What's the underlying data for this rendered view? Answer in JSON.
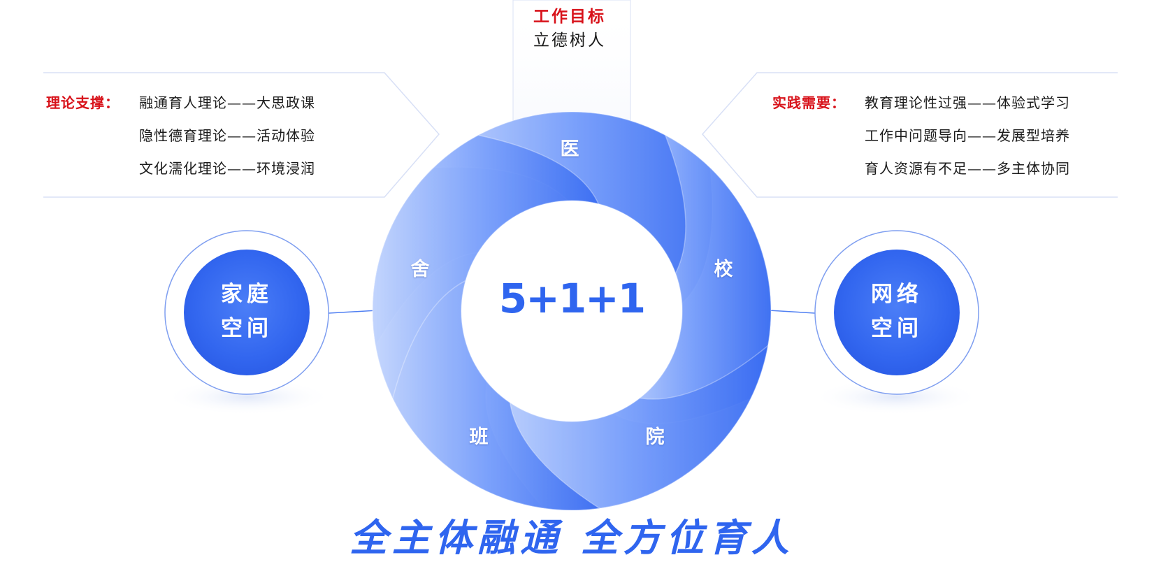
{
  "goal": {
    "label": "工作目标",
    "value": "立德树人"
  },
  "theory": {
    "title": "理论支撑：",
    "items": [
      "融通育人理论——大思政课",
      "隐性德育理论——活动体验",
      "文化濡化理论——环境浸润"
    ]
  },
  "practice": {
    "title": "实践需要：",
    "items": [
      "教育理论性过强——体验式学习",
      "工作中问题导向——发展型培养",
      "育人资源有不足——多主体协同"
    ]
  },
  "ring": {
    "center_label": "5+1+1",
    "segments": [
      "医",
      "校",
      "院",
      "班",
      "舍"
    ]
  },
  "spaces": {
    "left": [
      "家庭",
      "空间"
    ],
    "right": [
      "网络",
      "空间"
    ]
  },
  "slogan": "全主体融通 全方位育人",
  "colors": {
    "primary_blue": "#2f65ef",
    "light_blue": "#a9c1fb",
    "accent_red": "#d8131b",
    "panel_border": "#d8e0f6"
  }
}
